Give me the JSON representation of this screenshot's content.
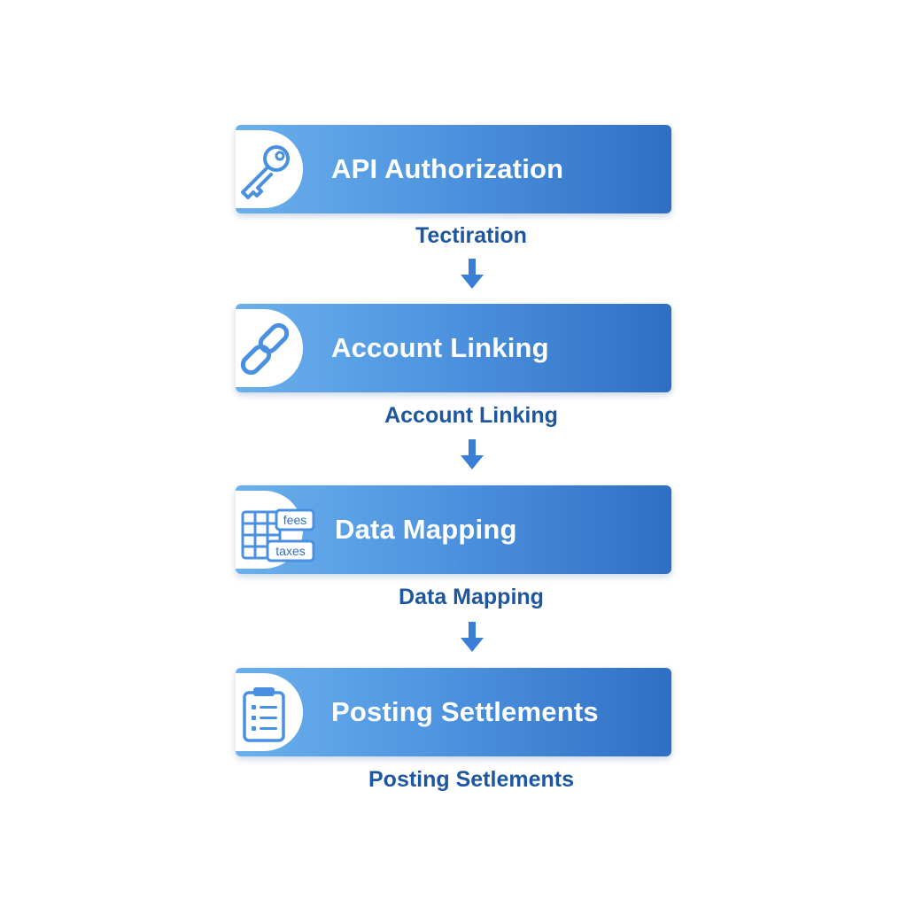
{
  "steps": [
    {
      "title": "API Authorization",
      "caption": "Tectiration",
      "icon": "key-icon"
    },
    {
      "title": "Account Linking",
      "caption": "Account Linking",
      "icon": "link-icon"
    },
    {
      "title": "Data Mapping",
      "caption": "Data Mapping",
      "icon": "table-mapping-icon",
      "icon_labels": {
        "top": "fees",
        "bottom": "taxes"
      }
    },
    {
      "title": "Posting Settlements",
      "caption": "Posting Setlements",
      "icon": "clipboard-list-icon"
    }
  ],
  "colors": {
    "banner_start": "#6ab0ec",
    "banner_end": "#2f6fc3",
    "caption_text": "#1e56a0",
    "arrow": "#3a7fd5",
    "icon": "#4a90e2"
  }
}
